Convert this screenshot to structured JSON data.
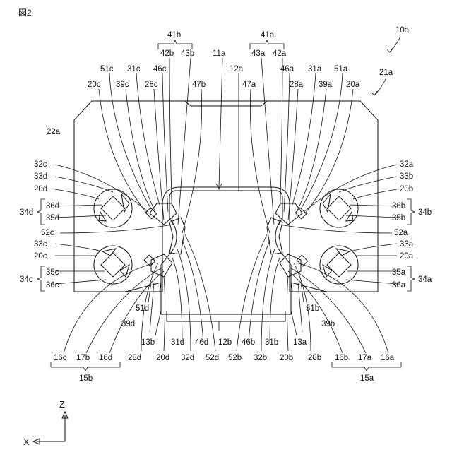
{
  "figure_label": "図2",
  "axes": {
    "z": "Z",
    "x": "X"
  },
  "labels": {
    "l10a": "10a",
    "l21a": "21a",
    "l41b": "41b",
    "l41a": "41a",
    "l42b_top": "42b",
    "l43b_top": "43b",
    "l11a": "11a",
    "l43a_top": "43a",
    "l42a_top": "42a",
    "l51c": "51c",
    "l31c": "31c",
    "l46c": "46c",
    "l12a": "12a",
    "l46a": "46a",
    "l31a": "31a",
    "l51a": "51a",
    "l20c_top": "20c",
    "l39c": "39c",
    "l28c": "28c",
    "l47b": "47b",
    "l47a": "47a",
    "l28a": "28a",
    "l39a": "39a",
    "l20a_top": "20a",
    "l22a": "22a",
    "l32c": "32c",
    "l33d": "33d",
    "l20d_left": "20d",
    "l36d": "36d",
    "l34d": "34d",
    "l35d": "35d",
    "l52c": "52c",
    "l33c": "33c",
    "l20c_left": "20c",
    "l35c": "35c",
    "l34c": "34c",
    "l36c": "36c",
    "l32a": "32a",
    "l33b": "33b",
    "l20b_right": "20b",
    "l36b": "36b",
    "l34b": "34b",
    "l35b": "35b",
    "l52a": "52a",
    "l33a": "33a",
    "l20a_right": "20a",
    "l35a": "35a",
    "l34a": "34a",
    "l36a": "36a",
    "l51d": "51d",
    "l39d": "39d",
    "l51b": "51b",
    "l39b": "39b",
    "l13b": "13b",
    "l31d": "31d",
    "l46d": "46d",
    "l12b": "12b",
    "l46b": "46b",
    "l31b": "31b",
    "l13a": "13a",
    "l16c": "16c",
    "l17b": "17b",
    "l16d": "16d",
    "l28d": "28d",
    "l20d_bot": "20d",
    "l32d": "32d",
    "l52d": "52d",
    "l52b": "52b",
    "l32b": "32b",
    "l20b_bot": "20b",
    "l28b": "28b",
    "l16b": "16b",
    "l17a": "17a",
    "l16a": "16a",
    "l15b": "15b",
    "l15a": "15a"
  }
}
